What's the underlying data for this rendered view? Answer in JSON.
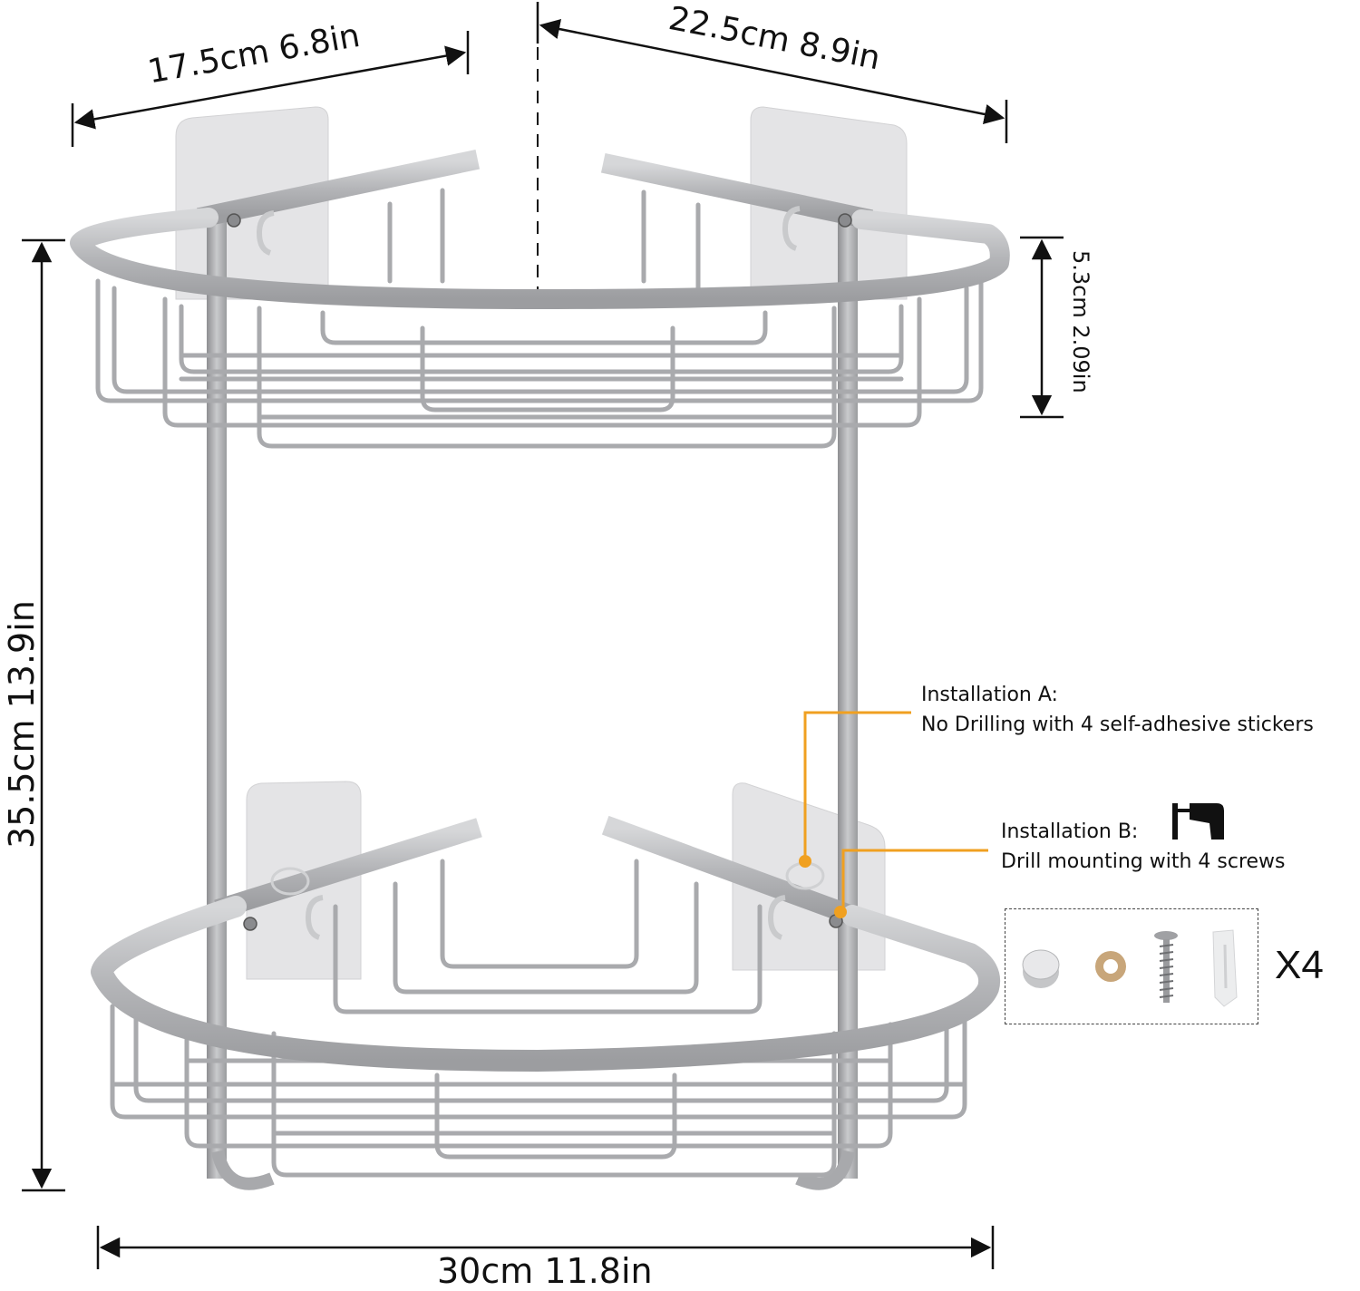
{
  "product": {
    "description": "Two-tier corner shower caddy basket",
    "material_color": "#b9babd",
    "accent_color": "#f0a020"
  },
  "dimensions": {
    "top_left_depth": "17.5cm 6.8in",
    "top_right_depth": "22.5cm 8.9in",
    "basket_height": "5.3cm 2.09in",
    "total_height": "35.5cm 13.9in",
    "total_width": "30cm 11.8in"
  },
  "callouts": {
    "installation_a": {
      "title": "Installation A:",
      "description": "No Drilling with 4 self-adhesive stickers"
    },
    "installation_b": {
      "title": "Installation B:",
      "description": "Drill mounting with 4 screws",
      "icon": "drill-icon"
    }
  },
  "hardware_kit": {
    "items": [
      {
        "name": "screw-cap",
        "icon": "screw-cap-icon"
      },
      {
        "name": "washer",
        "icon": "washer-icon"
      },
      {
        "name": "screw",
        "icon": "screw-icon"
      },
      {
        "name": "wall-anchor",
        "icon": "wall-anchor-icon"
      }
    ],
    "quantity": "X4"
  }
}
